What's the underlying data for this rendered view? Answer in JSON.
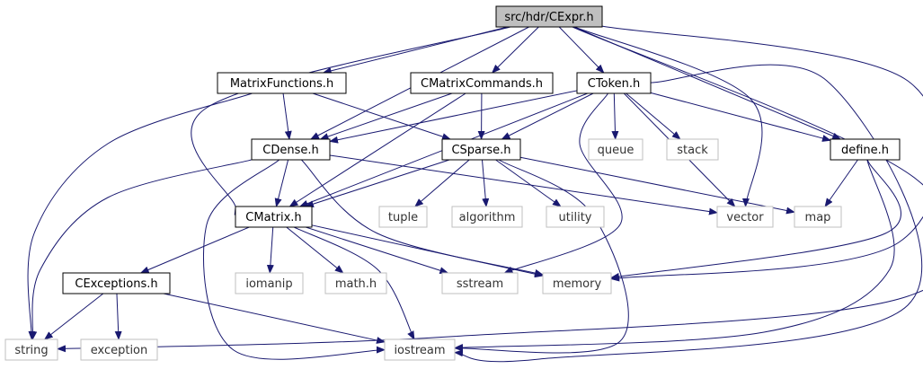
{
  "colors": {
    "edge": "#191970",
    "focus_fill": "#bfbfbf",
    "project_border": "#000000",
    "system_border": "#bfbfbf",
    "system_text": "#333333"
  },
  "nodes": [
    {
      "id": "cexpr",
      "label": "src/hdr/CExpr.h",
      "kind": "focus"
    },
    {
      "id": "matrixfunctions",
      "label": "MatrixFunctions.h",
      "kind": "project"
    },
    {
      "id": "cmatrixcommands",
      "label": "CMatrixCommands.h",
      "kind": "project"
    },
    {
      "id": "ctoken",
      "label": "CToken.h",
      "kind": "project"
    },
    {
      "id": "cdense",
      "label": "CDense.h",
      "kind": "project"
    },
    {
      "id": "csparse",
      "label": "CSparse.h",
      "kind": "project"
    },
    {
      "id": "queue",
      "label": "queue",
      "kind": "system"
    },
    {
      "id": "stack",
      "label": "stack",
      "kind": "system"
    },
    {
      "id": "define",
      "label": "define.h",
      "kind": "project"
    },
    {
      "id": "cmatrix",
      "label": "CMatrix.h",
      "kind": "project"
    },
    {
      "id": "tuple",
      "label": "tuple",
      "kind": "system"
    },
    {
      "id": "algorithm",
      "label": "algorithm",
      "kind": "system"
    },
    {
      "id": "utility",
      "label": "utility",
      "kind": "system"
    },
    {
      "id": "vector",
      "label": "vector",
      "kind": "system"
    },
    {
      "id": "map",
      "label": "map",
      "kind": "system"
    },
    {
      "id": "cexceptions",
      "label": "CExceptions.h",
      "kind": "project"
    },
    {
      "id": "iomanip",
      "label": "iomanip",
      "kind": "system"
    },
    {
      "id": "mathh",
      "label": "math.h",
      "kind": "system"
    },
    {
      "id": "sstream",
      "label": "sstream",
      "kind": "system"
    },
    {
      "id": "memory",
      "label": "memory",
      "kind": "system"
    },
    {
      "id": "string",
      "label": "string",
      "kind": "system"
    },
    {
      "id": "exception",
      "label": "exception",
      "kind": "system"
    },
    {
      "id": "iostream",
      "label": "iostream",
      "kind": "system"
    }
  ],
  "edges": [
    {
      "from": "cexpr",
      "to": "matrixfunctions"
    },
    {
      "from": "cexpr",
      "to": "cmatrixcommands"
    },
    {
      "from": "cexpr",
      "to": "ctoken"
    },
    {
      "from": "cexpr",
      "to": "define"
    },
    {
      "from": "cexpr",
      "to": "cdense"
    },
    {
      "from": "cexpr",
      "to": "cmatrix"
    },
    {
      "from": "cexpr",
      "to": "vector"
    },
    {
      "from": "cexpr",
      "to": "memory"
    },
    {
      "from": "cexpr",
      "to": "string"
    },
    {
      "from": "matrixfunctions",
      "to": "cdense"
    },
    {
      "from": "matrixfunctions",
      "to": "csparse"
    },
    {
      "from": "matrixfunctions",
      "to": "string"
    },
    {
      "from": "cmatrixcommands",
      "to": "cdense"
    },
    {
      "from": "cmatrixcommands",
      "to": "csparse"
    },
    {
      "from": "cmatrixcommands",
      "to": "cmatrix"
    },
    {
      "from": "ctoken",
      "to": "cdense"
    },
    {
      "from": "ctoken",
      "to": "csparse"
    },
    {
      "from": "ctoken",
      "to": "cmatrix"
    },
    {
      "from": "ctoken",
      "to": "queue"
    },
    {
      "from": "ctoken",
      "to": "stack"
    },
    {
      "from": "ctoken",
      "to": "define"
    },
    {
      "from": "ctoken",
      "to": "vector"
    },
    {
      "from": "ctoken",
      "to": "sstream"
    },
    {
      "from": "ctoken",
      "to": "iostream"
    },
    {
      "from": "cdense",
      "to": "cmatrix"
    },
    {
      "from": "cdense",
      "to": "vector"
    },
    {
      "from": "cdense",
      "to": "memory"
    },
    {
      "from": "cdense",
      "to": "string"
    },
    {
      "from": "cdense",
      "to": "iostream"
    },
    {
      "from": "csparse",
      "to": "cmatrix"
    },
    {
      "from": "csparse",
      "to": "tuple"
    },
    {
      "from": "csparse",
      "to": "algorithm"
    },
    {
      "from": "csparse",
      "to": "utility"
    },
    {
      "from": "csparse",
      "to": "map"
    },
    {
      "from": "csparse",
      "to": "iostream"
    },
    {
      "from": "define",
      "to": "map"
    },
    {
      "from": "define",
      "to": "memory"
    },
    {
      "from": "define",
      "to": "iostream"
    },
    {
      "from": "cmatrix",
      "to": "cexceptions"
    },
    {
      "from": "cmatrix",
      "to": "iomanip"
    },
    {
      "from": "cmatrix",
      "to": "mathh"
    },
    {
      "from": "cmatrix",
      "to": "sstream"
    },
    {
      "from": "cmatrix",
      "to": "memory"
    },
    {
      "from": "cmatrix",
      "to": "iostream"
    },
    {
      "from": "cexceptions",
      "to": "string"
    },
    {
      "from": "cexceptions",
      "to": "exception"
    },
    {
      "from": "cexceptions",
      "to": "iostream"
    }
  ]
}
